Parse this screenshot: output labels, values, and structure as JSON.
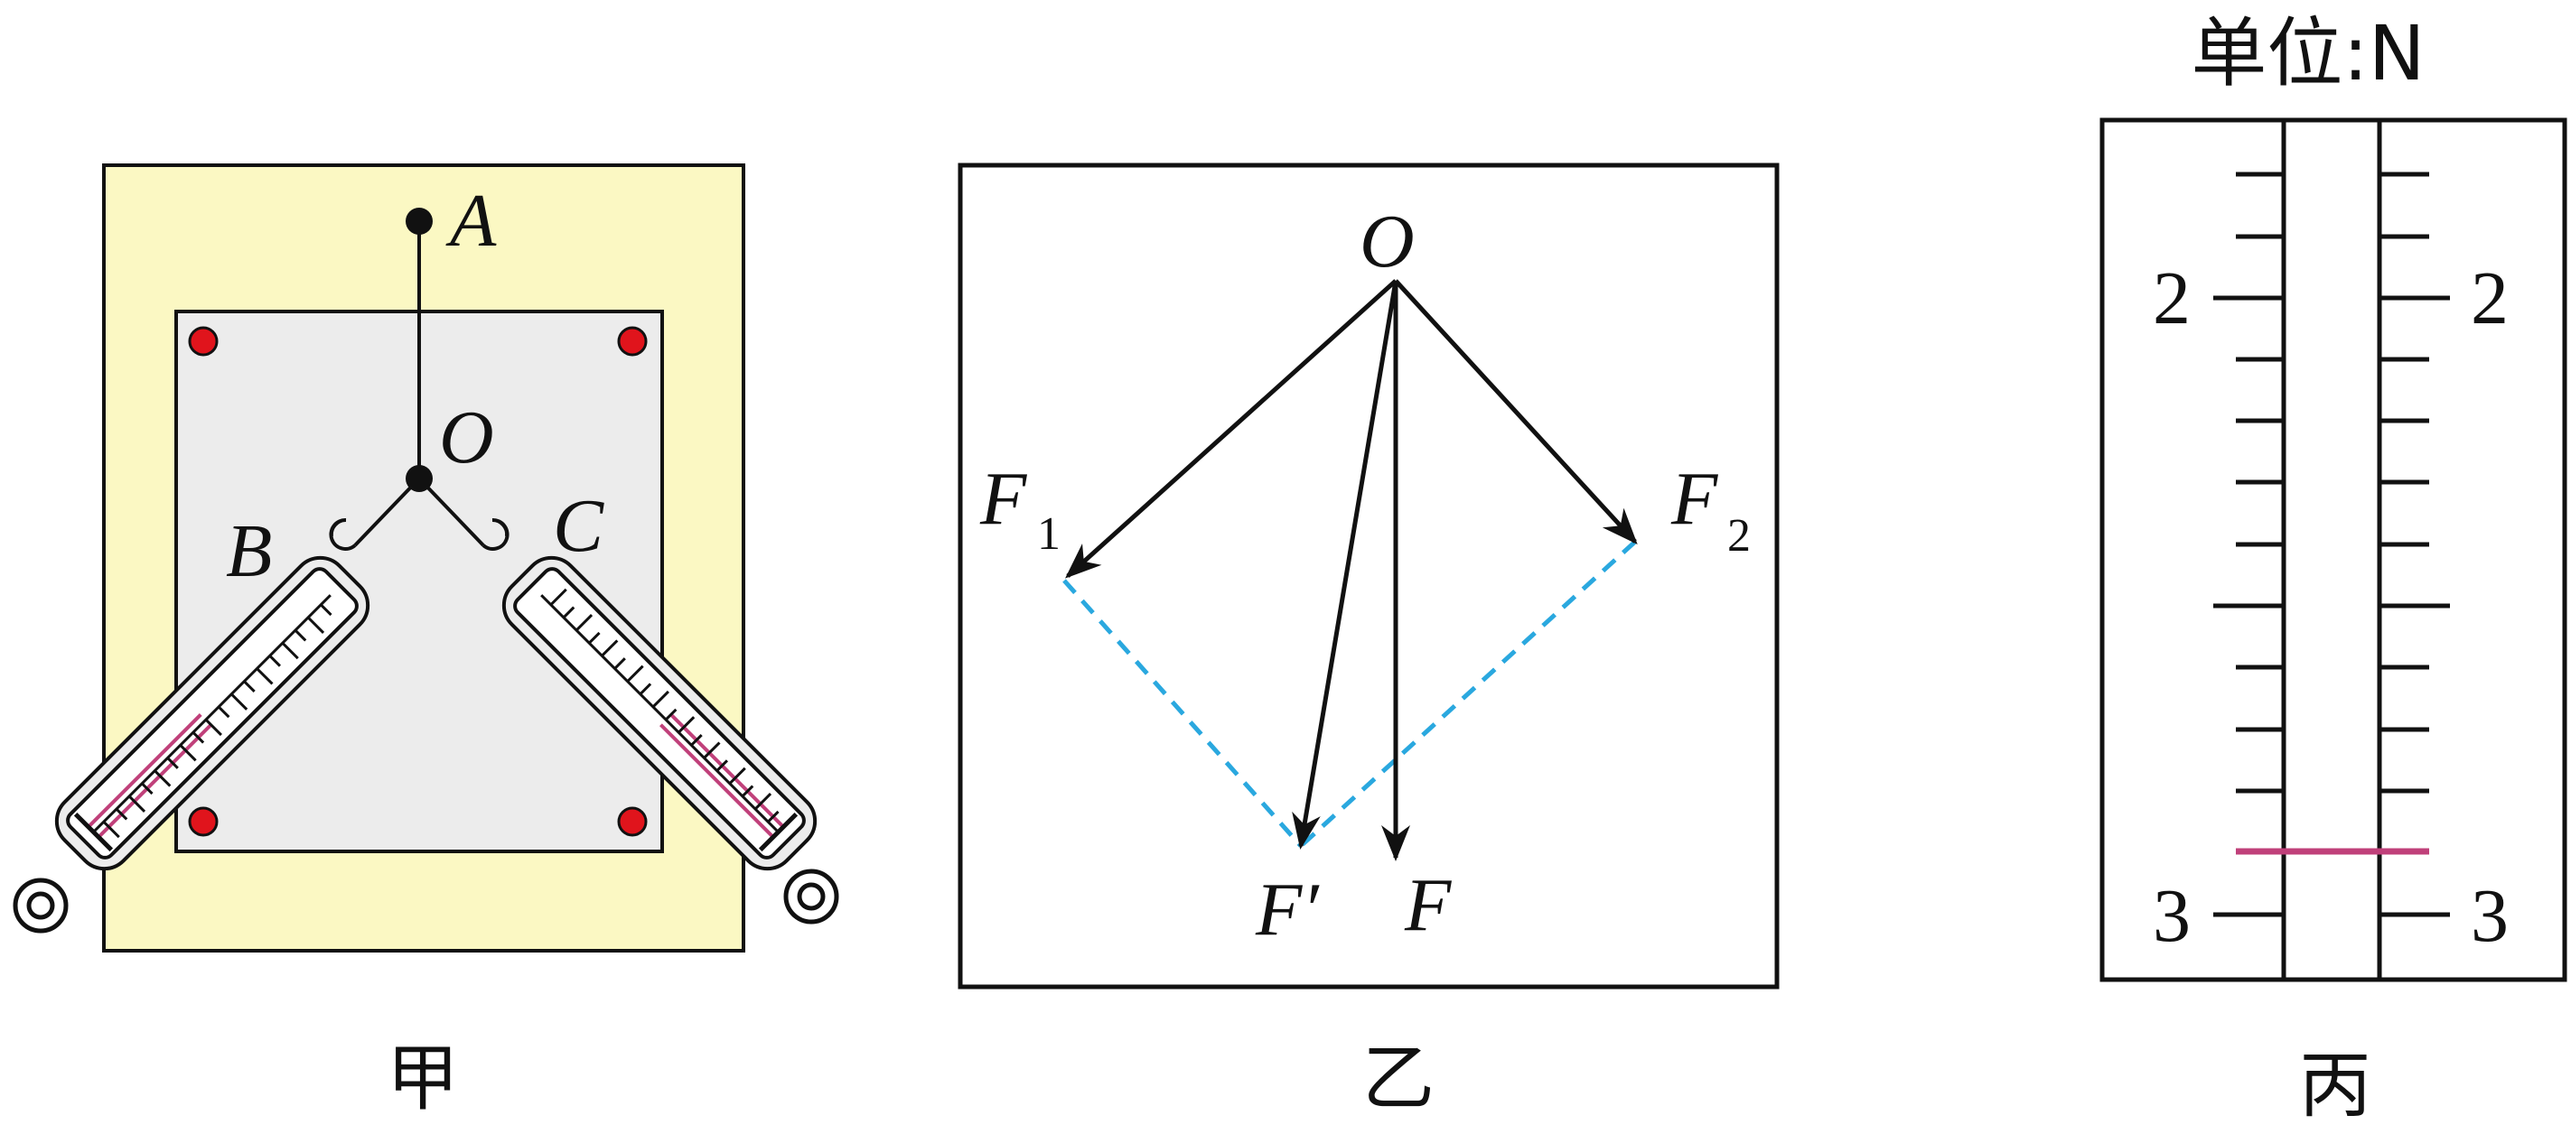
{
  "panel_jia": {
    "caption": "甲",
    "point_a": "A",
    "point_o": "O",
    "point_b": "B",
    "point_c": "C"
  },
  "panel_yi": {
    "caption": "乙",
    "point_o": "O",
    "f1": "F",
    "f1_sub": "1",
    "f2": "F",
    "f2_sub": "2",
    "f_prime": "F′",
    "f": "F"
  },
  "panel_bing": {
    "caption": "丙",
    "unit": "单位:N",
    "scale_left_top": "2",
    "scale_right_top": "2",
    "scale_left_bottom": "3",
    "scale_right_bottom": "3"
  },
  "colors": {
    "board": "#fbf8c3",
    "paper": "#ececec",
    "pin": "#e0141c",
    "pointer": "#c0407a",
    "dashed": "#2aa8df",
    "ink": "#111111"
  }
}
